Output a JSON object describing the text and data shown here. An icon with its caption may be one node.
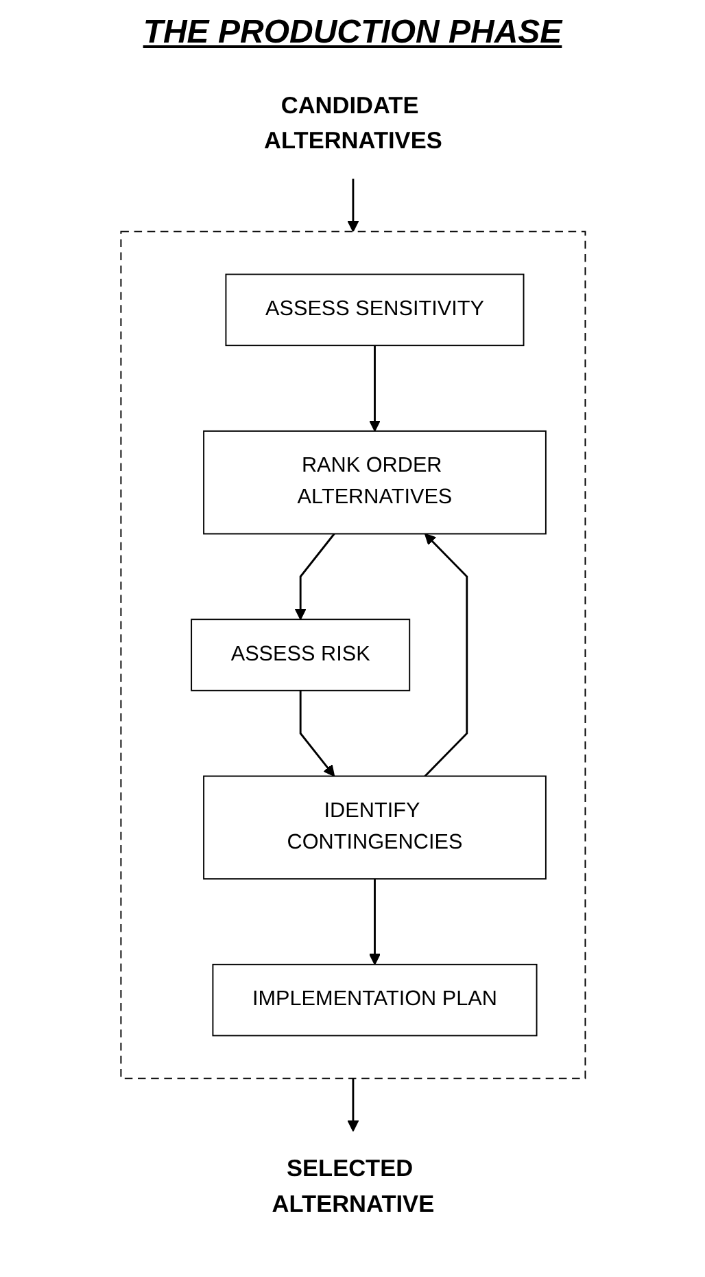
{
  "diagram": {
    "title": "THE PRODUCTION PHASE",
    "nodes": [
      {
        "text": [
          "CANDIDATE ALTERNATIVES"
        ]
      },
      {
        "text": [],
        "shape": "box"
      },
      {
        "text": [
          "ASSESS SENSITIVITY"
        ],
        "in": 1
      },
      {
        "text": [
          "RANK ORDER ALTERNATIVES"
        ],
        "in": 1
      },
      {
        "text": [
          "ASSESS RISK"
        ],
        "in": 1
      },
      {
        "text": [
          "IDENTIFY CONTINGENCIES"
        ],
        "in": 1
      },
      {
        "text": [
          "IMPLEMENTATION PLAN"
        ],
        "in": 1
      },
      {
        "text": [
          "SELECTED ALTERNATIVE"
        ]
      }
    ],
    "edges": [
      {
        "from": 0,
        "to": 1,
        "arrow": "to"
      },
      {
        "from": 2,
        "to": 3,
        "arrow": "to"
      },
      {
        "from": 3,
        "to": 4,
        "arrow": "to"
      },
      {
        "from": 4,
        "to": 5,
        "arrow": "to"
      },
      {
        "from": 5,
        "to": 6,
        "arrow": "to"
      },
      {
        "from": 5,
        "to": 3,
        "arrow": "to"
      },
      {
        "from": 1,
        "to": 7,
        "arrow": "to"
      }
    ]
  }
}
